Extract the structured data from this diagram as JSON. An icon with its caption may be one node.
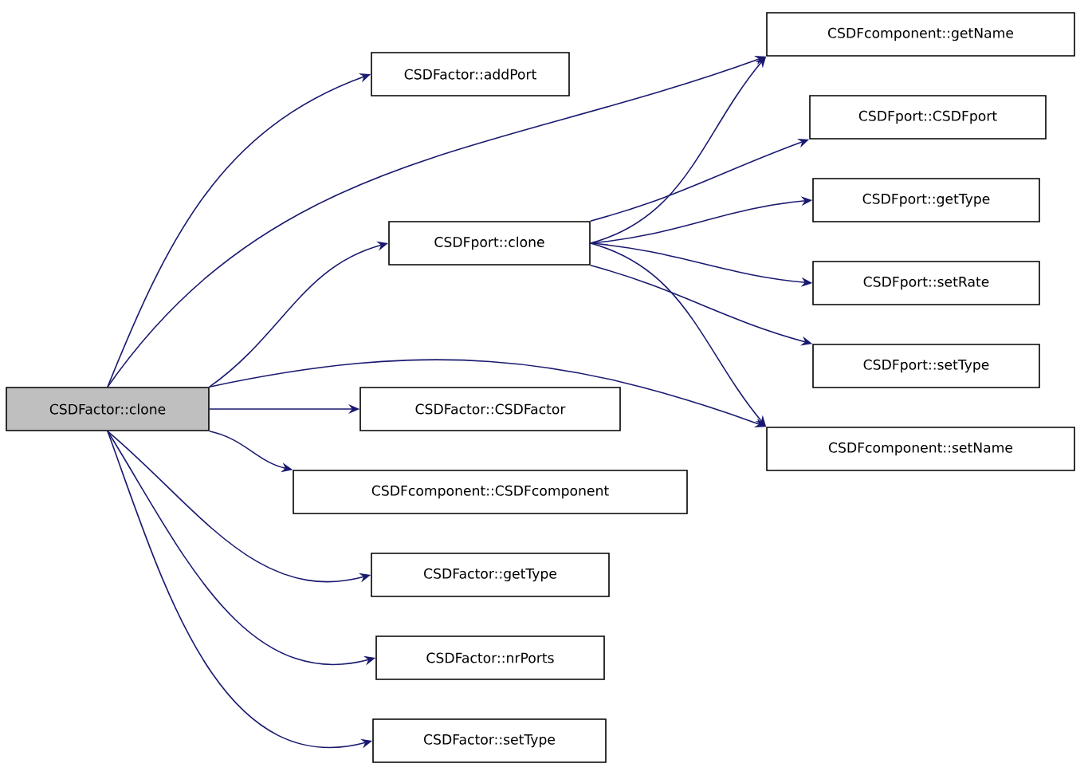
{
  "diagram": {
    "nodes": [
      {
        "text": [
          "CSDFactor::clone"
        ]
      },
      {
        "text": [
          "CSDFactor::addPort"
        ]
      },
      {
        "text": [
          "CSDFport::clone"
        ]
      },
      {
        "text": [
          "CSDFactor::CSDFactor"
        ]
      },
      {
        "text": [
          "CSDFcomponent::CSDFcomponent"
        ]
      },
      {
        "text": [
          "CSDFactor::getType"
        ]
      },
      {
        "text": [
          "CSDFactor::nrPorts"
        ]
      },
      {
        "text": [
          "CSDFactor::setType"
        ]
      },
      {
        "text": [
          "CSDFcomponent::getName"
        ]
      },
      {
        "text": [
          "CSDFport::CSDFport"
        ]
      },
      {
        "text": [
          "CSDFport::getType"
        ]
      },
      {
        "text": [
          "CSDFport::setRate"
        ]
      },
      {
        "text": [
          "CSDFport::setType"
        ]
      },
      {
        "text": [
          "CSDFcomponent::setName"
        ]
      }
    ],
    "edges": [
      {
        "from": 0,
        "to": 1,
        "arrow": "to"
      },
      {
        "from": 0,
        "to": 8,
        "arrow": "to"
      },
      {
        "from": 0,
        "to": 2,
        "arrow": "to"
      },
      {
        "from": 0,
        "to": 13,
        "arrow": "to"
      },
      {
        "from": 0,
        "to": 3,
        "arrow": "to"
      },
      {
        "from": 0,
        "to": 4,
        "arrow": "to"
      },
      {
        "from": 0,
        "to": 5,
        "arrow": "to"
      },
      {
        "from": 0,
        "to": 6,
        "arrow": "to"
      },
      {
        "from": 0,
        "to": 7,
        "arrow": "to"
      },
      {
        "from": 2,
        "to": 8,
        "arrow": "to"
      },
      {
        "from": 2,
        "to": 9,
        "arrow": "to"
      },
      {
        "from": 2,
        "to": 10,
        "arrow": "to"
      },
      {
        "from": 2,
        "to": 11,
        "arrow": "to"
      },
      {
        "from": 2,
        "to": 12,
        "arrow": "to"
      },
      {
        "from": 2,
        "to": 13,
        "arrow": "to"
      }
    ]
  }
}
